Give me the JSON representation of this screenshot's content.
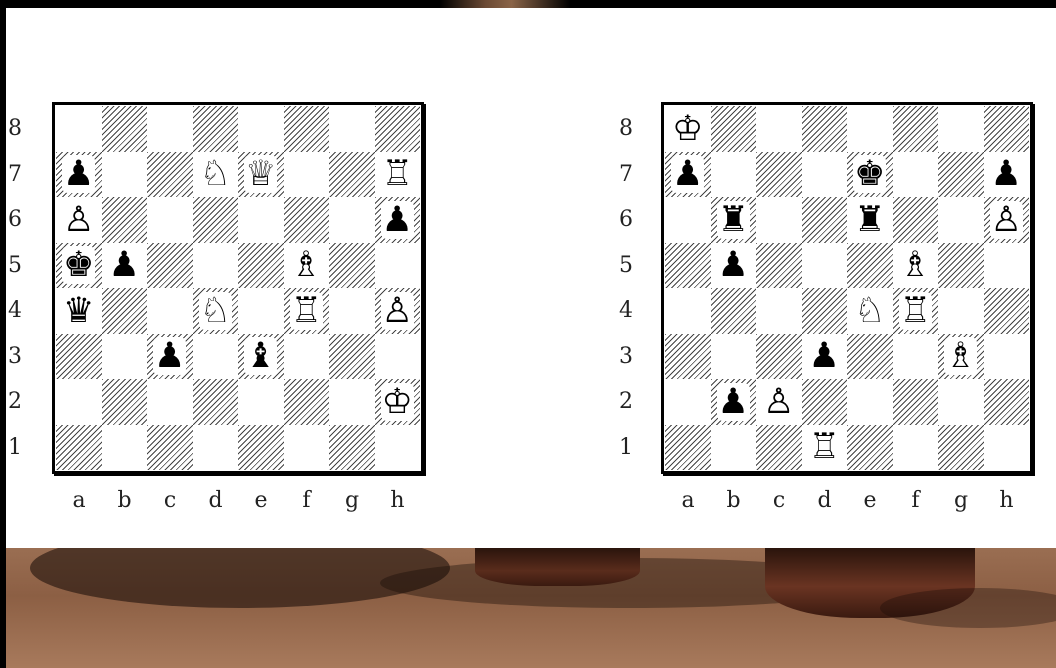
{
  "boards": [
    {
      "id": "left",
      "ranks": [
        "8",
        "7",
        "6",
        "5",
        "4",
        "3",
        "2",
        "1"
      ],
      "files": [
        "a",
        "b",
        "c",
        "d",
        "e",
        "f",
        "g",
        "h"
      ],
      "pieces": [
        {
          "sq": "a7",
          "glyph": "♟",
          "name": "black-pawn"
        },
        {
          "sq": "d7",
          "glyph": "♘",
          "name": "white-knight"
        },
        {
          "sq": "e7",
          "glyph": "♕",
          "name": "white-queen"
        },
        {
          "sq": "h7",
          "glyph": "♖",
          "name": "white-rook"
        },
        {
          "sq": "a6",
          "glyph": "♙",
          "name": "white-pawn"
        },
        {
          "sq": "h6",
          "glyph": "♟",
          "name": "black-pawn"
        },
        {
          "sq": "a5",
          "glyph": "♚",
          "name": "black-king"
        },
        {
          "sq": "b5",
          "glyph": "♟",
          "name": "black-pawn"
        },
        {
          "sq": "f5",
          "glyph": "♗",
          "name": "white-bishop"
        },
        {
          "sq": "a4",
          "glyph": "♛",
          "name": "black-queen"
        },
        {
          "sq": "d4",
          "glyph": "♘",
          "name": "white-knight"
        },
        {
          "sq": "f4",
          "glyph": "♖",
          "name": "white-rook"
        },
        {
          "sq": "h4",
          "glyph": "♙",
          "name": "white-pawn"
        },
        {
          "sq": "c3",
          "glyph": "♟",
          "name": "black-pawn"
        },
        {
          "sq": "e3",
          "glyph": "♝",
          "name": "black-bishop"
        },
        {
          "sq": "h2",
          "glyph": "♔",
          "name": "white-king"
        }
      ]
    },
    {
      "id": "right",
      "ranks": [
        "8",
        "7",
        "6",
        "5",
        "4",
        "3",
        "2",
        "1"
      ],
      "files": [
        "a",
        "b",
        "c",
        "d",
        "e",
        "f",
        "g",
        "h"
      ],
      "pieces": [
        {
          "sq": "a8",
          "glyph": "♔",
          "name": "white-king"
        },
        {
          "sq": "a7",
          "glyph": "♟",
          "name": "black-pawn"
        },
        {
          "sq": "e7",
          "glyph": "♚",
          "name": "black-king"
        },
        {
          "sq": "h7",
          "glyph": "♟",
          "name": "black-pawn"
        },
        {
          "sq": "b6",
          "glyph": "♜",
          "name": "black-rook"
        },
        {
          "sq": "e6",
          "glyph": "♜",
          "name": "black-rook"
        },
        {
          "sq": "h6",
          "glyph": "♙",
          "name": "white-pawn"
        },
        {
          "sq": "b5",
          "glyph": "♟",
          "name": "black-pawn"
        },
        {
          "sq": "f5",
          "glyph": "♗",
          "name": "white-bishop"
        },
        {
          "sq": "e4",
          "glyph": "♘",
          "name": "white-knight"
        },
        {
          "sq": "f4",
          "glyph": "♖",
          "name": "white-rook"
        },
        {
          "sq": "d3",
          "glyph": "♟",
          "name": "black-pawn"
        },
        {
          "sq": "g3",
          "glyph": "♗",
          "name": "white-bishop"
        },
        {
          "sq": "b2",
          "glyph": "♟",
          "name": "black-pawn"
        },
        {
          "sq": "c2",
          "glyph": "♙",
          "name": "white-pawn"
        },
        {
          "sq": "d1",
          "glyph": "♖",
          "name": "white-rook"
        }
      ]
    }
  ]
}
